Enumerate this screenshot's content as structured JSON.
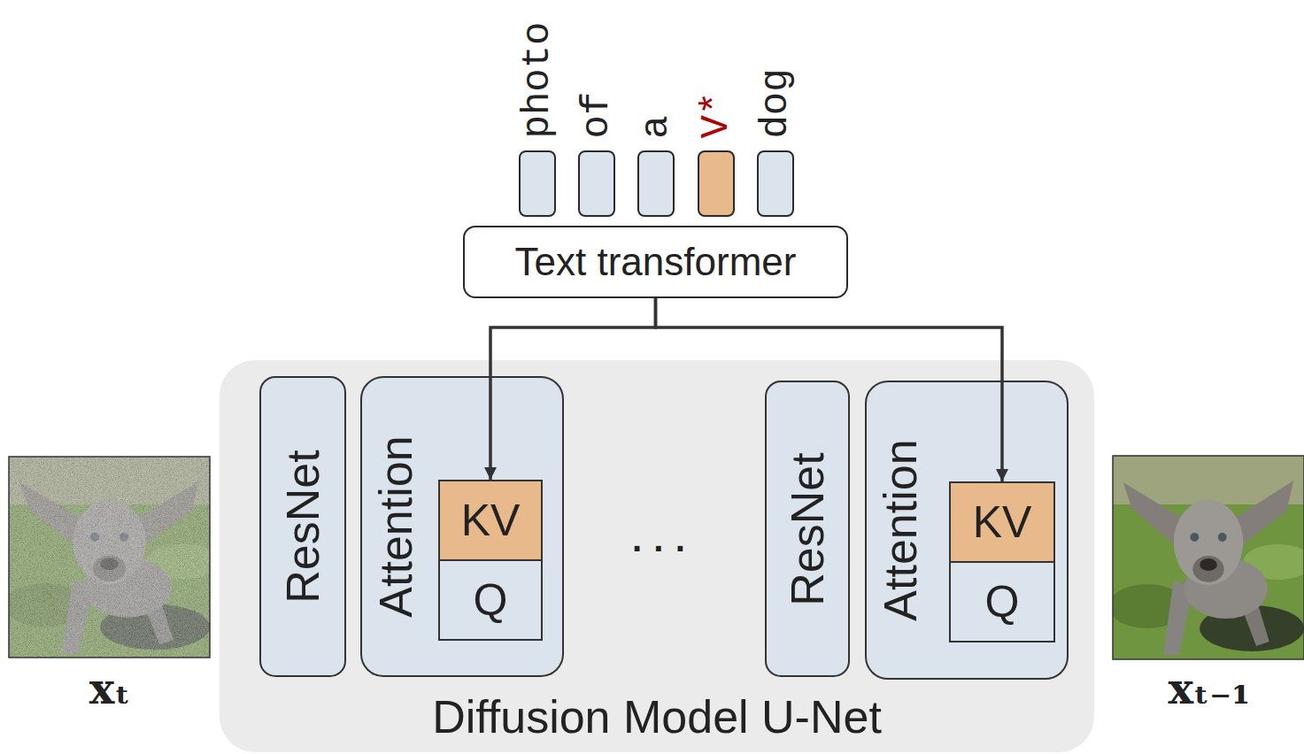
{
  "diagram": {
    "nodes": [
      {
        "text": [
          "photo"
        ]
      },
      {
        "text": [
          "of"
        ]
      },
      {
        "text": [
          "a"
        ]
      },
      {
        "text": [
          "V*"
        ]
      },
      {
        "text": [
          "dog"
        ]
      },
      {
        "text": [
          "Text transformer"
        ]
      },
      {
        "text": [
          "Diffusion Model U-Net"
        ]
      },
      {
        "text": [
          "ResNet"
        ],
        "in": 6
      },
      {
        "text": [
          "Attention"
        ],
        "in": 6
      },
      {
        "text": [
          "KV"
        ],
        "in": 8
      },
      {
        "text": [
          "Q"
        ],
        "in": 8
      },
      {
        "text": [
          "ResNet"
        ],
        "in": 6
      },
      {
        "text": [
          "Attention"
        ],
        "in": 6
      },
      {
        "text": [
          "KV"
        ],
        "in": 12
      },
      {
        "text": [
          "Q"
        ],
        "in": 12
      }
    ],
    "edges": [
      {
        "from": 5,
        "to": 9,
        "arrow": "to"
      },
      {
        "from": 5,
        "to": 13,
        "arrow": "to"
      }
    ],
    "labels": [
      "xₜ",
      "· · ·",
      "xₜ₋₁"
    ]
  }
}
